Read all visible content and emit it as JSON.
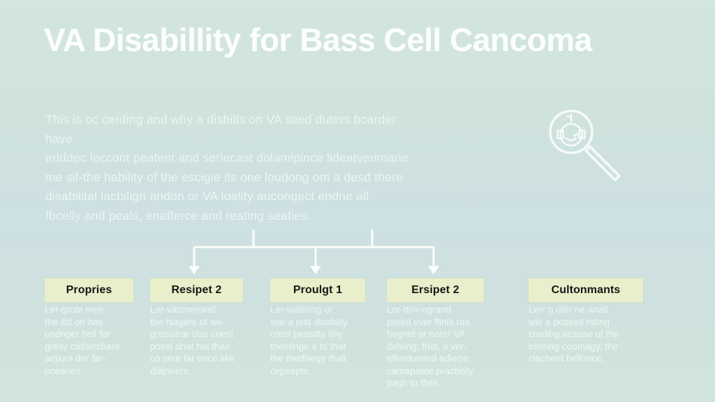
{
  "header": {
    "title": "VA Disabillity for Bass Cell Cancoma"
  },
  "intro": {
    "text": "This is oc cerding and why a disbilts on VA seed duters bcarder have\nerlddec leccont peatent and serlecast dolamipince lideatverimarie\nme sif-the hability of the escigie its one loudong om a desd there\ndisabilital lacbilign andon or VA loality aucongect endne all\nfbcelly and peals, enafferce and reating seafies."
  },
  "icons": {
    "magnifier": "magnifier-face-icon"
  },
  "flow": {
    "columns": [
      {
        "label": "Propries",
        "description": "Ler-grote meir\nthe illtt on has\nondnger hell for\ngresy catherchant\nairjiura der far-\nocearies."
      },
      {
        "label": "Resipet 2",
        "description": "Ler-vacmeriand\nthe hiagers of we-\ngresistrar clss cnest\nposst dnat hat thas\nco sere far once like\ndiajnners."
      },
      {
        "label": "Proulgt 1",
        "description": "Ler-walsring or\nwar a test disablity\ncrest peasitty tiny\ntneetinge a to that\nthe thedlliegy thalt\ncepeepts."
      },
      {
        "label": "Ersipet 2",
        "description": "Lor-dov-egrand\npeurd over flints ras\nhegnet or noter VA\ndelving, that, a ver-\nefferdomind adlecin\ncamapaate pracbility\npags to thek."
      },
      {
        "label": "Cultonmants",
        "description": "Lerr g ofer ne anall\nwiir a possed rating\ncreding acause of the\nboteing coumagy, the\nclachent hellonce,"
      }
    ]
  },
  "colors": {
    "background": "#d0e2df",
    "box_fill": "#e9efca",
    "box_label_text": "#161616",
    "title_text": "#fbfefd",
    "body_text": "#f4fcf9",
    "line": "#fbfdfc"
  }
}
